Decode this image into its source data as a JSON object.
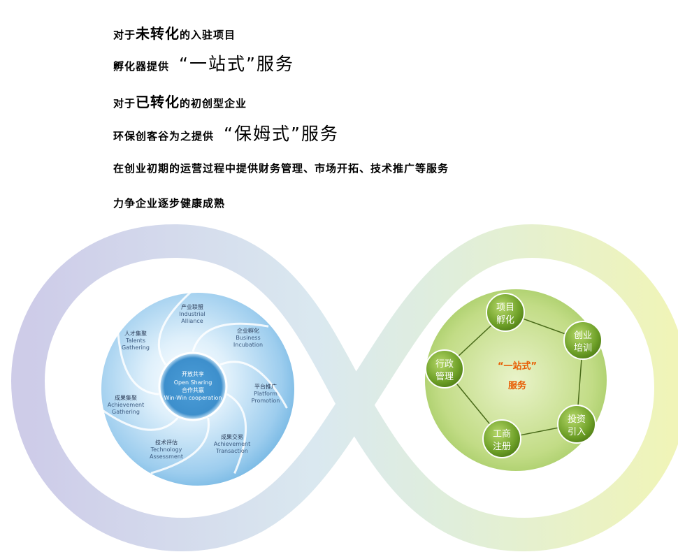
{
  "text_lines": [
    {
      "pre": "对于",
      "emph": "未转化",
      "post": "的入驻项目"
    },
    {
      "pre": "孵化器提供",
      "quote": "“一站式”服务"
    },
    {
      "pre": "对于",
      "emph": "已转化",
      "post": "的初创型企业"
    },
    {
      "pre": "环保创客谷为之提供",
      "quote": "“保姆式”服务"
    },
    {
      "pre": "在创业初期的运营过程中提供财务管理、市场开拓、技术推广等服务"
    },
    {
      "pre": "力争企业逐步健康成熟"
    }
  ],
  "left_wheel": {
    "center": {
      "cn": "开放共享",
      "cn2": "合作共赢",
      "en1": "Open Sharing",
      "en2": "Win-Win cooperation"
    },
    "segments": [
      {
        "cn": "产业联盟",
        "en1": "Industrial",
        "en2": "Alliance"
      },
      {
        "cn": "企业孵化",
        "en1": "Business",
        "en2": "Incubation"
      },
      {
        "cn": "平台推广",
        "en1": "Platform",
        "en2": "Promotion"
      },
      {
        "cn": "成果交易",
        "en1": "Achievement",
        "en2": "Transaction"
      },
      {
        "cn": "技术评估",
        "en1": "Technology",
        "en2": "Assessment"
      },
      {
        "cn": "成果集聚",
        "en1": "Achievement",
        "en2": "Gathering"
      },
      {
        "cn": "人才集聚",
        "en1": "Talents",
        "en2": "Gathering"
      }
    ]
  },
  "right_wheel": {
    "center_line1": "“一站式”",
    "center_line2": "服务",
    "nodes": [
      {
        "l1": "项目",
        "l2": "孵化"
      },
      {
        "l1": "创业",
        "l2": "培训"
      },
      {
        "l1": "投资",
        "l2": "引入"
      },
      {
        "l1": "工商",
        "l2": "注册"
      },
      {
        "l1": "行政",
        "l2": "管理"
      }
    ]
  },
  "colors": {
    "text": "#000000",
    "accent_orange": "#e85a00",
    "wheel_blue": "#5aa9dc",
    "node_green": "#6a9e26",
    "loop_left": "#c9c9e6",
    "loop_right": "#e6efb0"
  }
}
